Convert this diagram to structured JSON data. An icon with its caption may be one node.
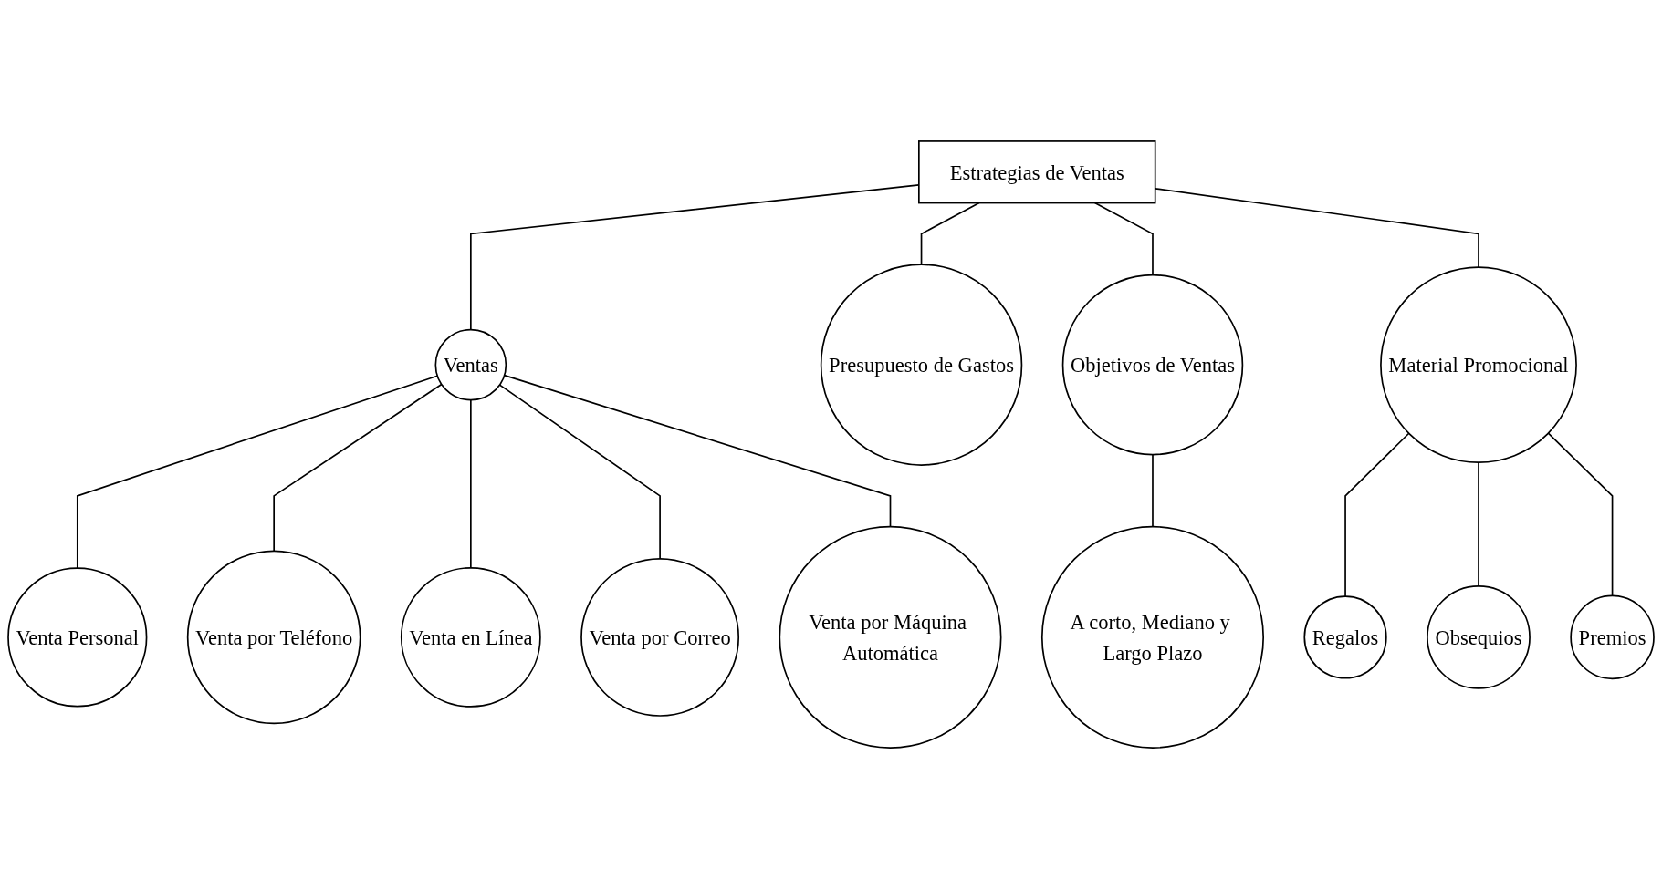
{
  "diagram": {
    "nodes": [
      {
        "text": [
          "Estrategias de Ventas"
        ]
      },
      {
        "text": [
          "Ventas"
        ]
      },
      {
        "text": [
          "Presupuesto de Gastos"
        ]
      },
      {
        "text": [
          "Objetivos de Ventas"
        ]
      },
      {
        "text": [
          "Material Promocional"
        ]
      },
      {
        "text": [
          "Venta Personal"
        ]
      },
      {
        "text": [
          "Venta por Teléfono"
        ]
      },
      {
        "text": [
          "Venta en Línea"
        ]
      },
      {
        "text": [
          "Venta por Correo"
        ]
      },
      {
        "text": [
          "Venta por Máquina Automática"
        ]
      },
      {
        "text": [
          "A corto, Mediano y Largo Plazo"
        ]
      },
      {
        "text": [
          "Regalos"
        ]
      },
      {
        "text": [
          "Obsequios"
        ]
      },
      {
        "text": [
          "Premios"
        ]
      }
    ],
    "edges": [
      {
        "from": 0,
        "to": 1,
        "arrow": "none"
      },
      {
        "from": 0,
        "to": 2,
        "arrow": "none"
      },
      {
        "from": 0,
        "to": 3,
        "arrow": "none"
      },
      {
        "from": 0,
        "to": 4,
        "arrow": "none"
      },
      {
        "from": 1,
        "to": 5,
        "arrow": "none"
      },
      {
        "from": 1,
        "to": 6,
        "arrow": "none"
      },
      {
        "from": 1,
        "to": 7,
        "arrow": "none"
      },
      {
        "from": 1,
        "to": 8,
        "arrow": "none"
      },
      {
        "from": 1,
        "to": 9,
        "arrow": "none"
      },
      {
        "from": 3,
        "to": 10,
        "arrow": "none"
      },
      {
        "from": 4,
        "to": 11,
        "arrow": "none"
      },
      {
        "from": 4,
        "to": 12,
        "arrow": "none"
      },
      {
        "from": 4,
        "to": 13,
        "arrow": "none"
      }
    ]
  }
}
